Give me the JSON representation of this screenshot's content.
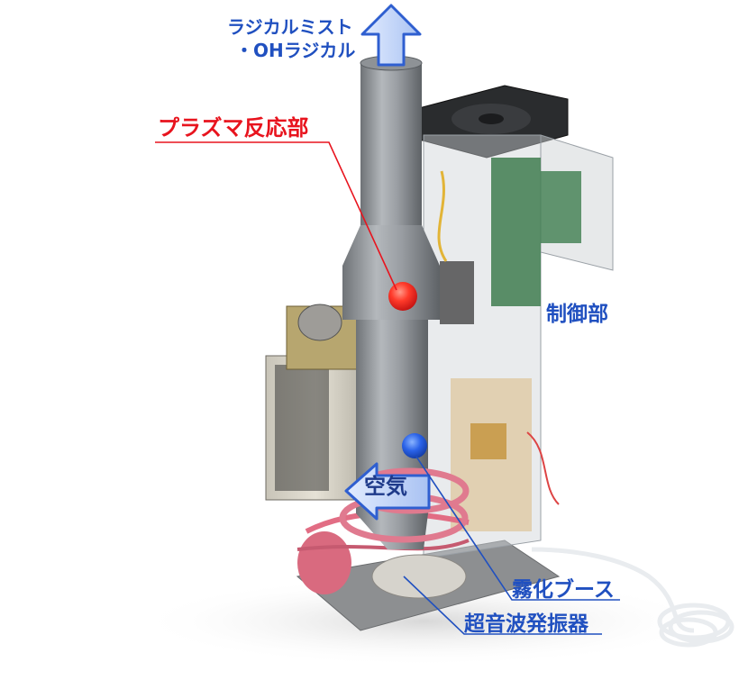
{
  "colors": {
    "label_blue": "#2050c0",
    "label_red": "#e8141e",
    "arrow_fill": "#b9cdf4",
    "arrow_stroke": "#2f5fd0"
  },
  "labels": {
    "mist_line1": "ラジカルミスト",
    "mist_line2": "・OHラジカル",
    "plasma_reactor": "プラズマ反応部",
    "control_unit": "制御部",
    "atomization_booth": "霧化ブース",
    "ultrasonic_oscillator": "超音波発振器",
    "air": "空気"
  }
}
